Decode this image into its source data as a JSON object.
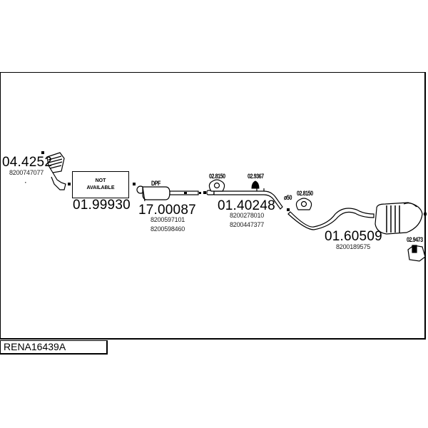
{
  "diagram": {
    "reference_code": "RENA16439A",
    "parts": [
      {
        "number": "04.4252",
        "oem": [
          "8200747077"
        ],
        "icon": "catalytic-converter-icon"
      },
      {
        "number": "01.99930",
        "label_lines": [
          "NOT",
          "AVAILABLE"
        ],
        "icon": "not-available-box"
      },
      {
        "number": "17.00087",
        "oem": [
          "8200597101",
          "8200598460"
        ],
        "tag": "DPF",
        "icon": "diesel-particulate-filter-icon"
      },
      {
        "number": "01.40248",
        "oem": [
          "8200278010",
          "8200447377"
        ],
        "icon": "middle-pipe-icon"
      },
      {
        "number": "01.60509",
        "oem": [
          "8200189575"
        ],
        "icon": "rear-silencer-icon"
      }
    ],
    "fittings": [
      {
        "code": "02.8150",
        "icon": "rubber-hanger-icon"
      },
      {
        "code": "02.9367",
        "icon": "rubber-mount-icon"
      },
      {
        "code": "02.8150",
        "icon": "rubber-hanger-icon"
      },
      {
        "code": "02.9473",
        "icon": "clamp-bracket-icon"
      }
    ],
    "diameter_label": "ø50"
  }
}
